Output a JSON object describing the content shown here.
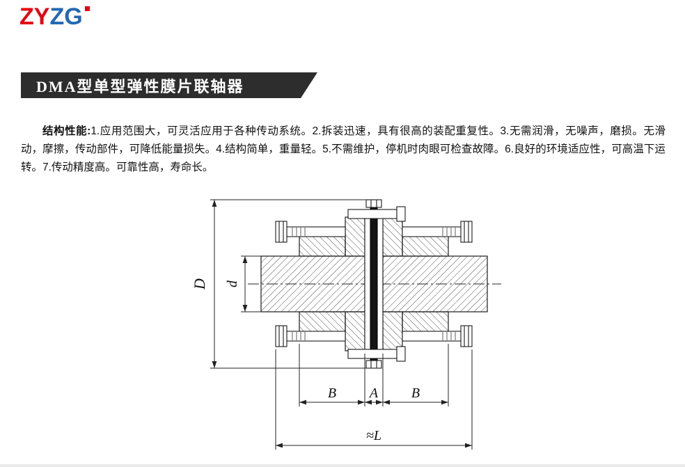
{
  "logo": {
    "part1": "ZY",
    "part2": "ZG",
    "part1_color": "#e60012",
    "part2_color": "#2468b2"
  },
  "banner": {
    "title": "DMA型单型弹性膜片联轴器",
    "bg": "#2d2d2d",
    "color": "#ffffff"
  },
  "intro": {
    "label": "结构性能:",
    "text": "1.应用范围大，可灵活应用于各种传动系统。2.拆装迅速，具有很高的装配重复性。3.无需润滑，无噪声，磨损。无滑动，摩擦，传动部件，可降低能量损失。4.结构简单，重量轻。5.不需维护，停机时肉眼可检查故障。6.良好的环境适应性，可高温下运转。7.传动精度高。可靠性高，寿命长。"
  },
  "diagram": {
    "labels": {
      "outer_diameter": "D",
      "bore_diameter": "d",
      "hub_width_left": "B",
      "gap": "A",
      "hub_width_right": "B",
      "total_length": "≈L"
    }
  }
}
